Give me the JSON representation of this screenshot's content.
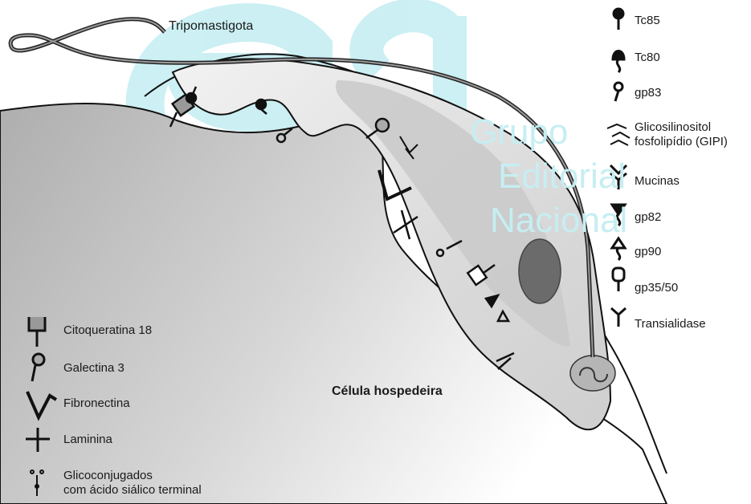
{
  "watermark": {
    "mark": "ed",
    "words": [
      "Grupo",
      "Editorial",
      "Nacional"
    ]
  },
  "labels": {
    "parasite": "Tripomastigota",
    "host_cell": "Célula hospedeira"
  },
  "parasite_legend": [
    {
      "id": "tc85",
      "label": "Tc85"
    },
    {
      "id": "tc80",
      "label": "Tc80"
    },
    {
      "id": "gp83",
      "label": "gp83"
    },
    {
      "id": "gipi",
      "label": "Glicosilinositol",
      "label2": "fosfolipídio (GIPI)"
    },
    {
      "id": "mucinas",
      "label": "Mucinas"
    },
    {
      "id": "gp82",
      "label": "gp82"
    },
    {
      "id": "gp90",
      "label": "gp90"
    },
    {
      "id": "gp3550",
      "label": "gp35/50"
    },
    {
      "id": "transialidase",
      "label": "Transialidase"
    }
  ],
  "host_legend": [
    {
      "id": "citoqueratina",
      "label": "Citoqueratina 18"
    },
    {
      "id": "galectina",
      "label": "Galectina  3"
    },
    {
      "id": "fibronectina",
      "label": "Fibronectina"
    },
    {
      "id": "laminina",
      "label": "Laminina"
    },
    {
      "id": "glicoconjugados",
      "label": "Glicoconjugados",
      "label2": "com ácido siálico terminal"
    }
  ]
}
